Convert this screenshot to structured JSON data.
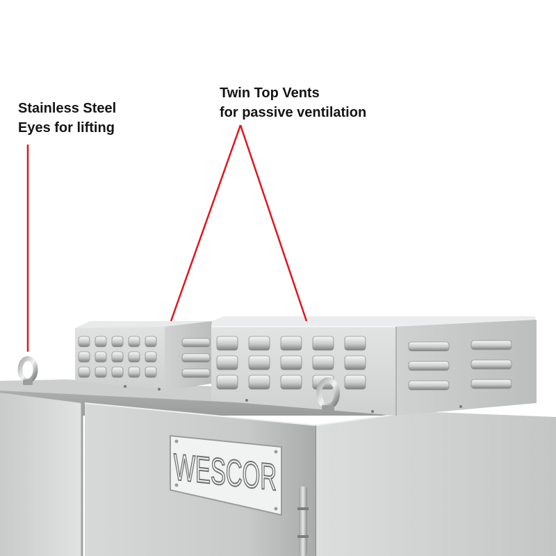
{
  "annotations": {
    "lifting_eyes": {
      "line1": "Stainless Steel",
      "line2": "Eyes for lifting"
    },
    "top_vents": {
      "line1": "Twin Top Vents",
      "line2": "for passive ventilation"
    }
  },
  "brand_plate": {
    "text": "WESCOR"
  },
  "colors": {
    "callout_line": "#e0141e",
    "callout_text": "#141414",
    "steel_light": "#d9dbdb",
    "steel_mid": "#bfc1c1",
    "steel_dark": "#8e9090"
  }
}
